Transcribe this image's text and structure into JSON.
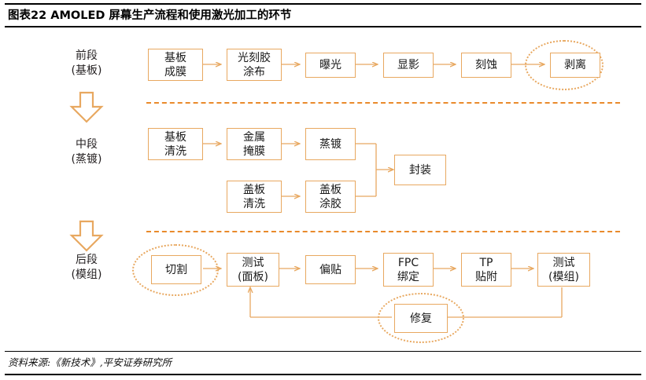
{
  "header": {
    "title": "图表22  AMOLED 屏幕生产流程和使用激光加工的环节"
  },
  "footer": {
    "source": "资料来源:《新技术》,平安证券研究所"
  },
  "colors": {
    "box_border": "#e8a860",
    "connector": "#e8a860",
    "separator": "#e98a2b",
    "highlight_ellipse": "#e8a860",
    "text": "#1a1a1a",
    "rule": "#000000"
  },
  "stages": [
    {
      "id": "front",
      "line1": "前段",
      "line2": "(基板)"
    },
    {
      "id": "middle",
      "line1": "中段",
      "line2": "(蒸镀)"
    },
    {
      "id": "back",
      "line1": "后段",
      "line2": "(模组)"
    }
  ],
  "arrows": [
    {
      "id": "arrow-front-to-middle",
      "name": "stage-transition-arrow-1"
    },
    {
      "id": "arrow-middle-to-back",
      "name": "stage-transition-arrow-2"
    }
  ],
  "boxes": {
    "front": [
      {
        "id": "b-jiban-chengmo",
        "name": "process-box-substrate-film",
        "line1": "基板",
        "line2": "成膜",
        "highlighted": false
      },
      {
        "id": "b-guangkejiao-tubu",
        "name": "process-box-photoresist-coating",
        "line1": "光刻胶",
        "line2": "涂布",
        "highlighted": false
      },
      {
        "id": "b-baoguang",
        "name": "process-box-exposure",
        "line1": "曝光",
        "line2": "",
        "highlighted": false
      },
      {
        "id": "b-xianying",
        "name": "process-box-development",
        "line1": "显影",
        "line2": "",
        "highlighted": false
      },
      {
        "id": "b-keshi",
        "name": "process-box-etching",
        "line1": "刻蚀",
        "line2": "",
        "highlighted": false
      },
      {
        "id": "b-boli",
        "name": "process-box-stripping",
        "line1": "剥离",
        "line2": "",
        "highlighted": true
      }
    ],
    "middle": [
      {
        "id": "b-jiban-qingxi",
        "name": "process-box-substrate-cleaning",
        "line1": "基板",
        "line2": "清洗",
        "highlighted": false
      },
      {
        "id": "b-jinshu-yanmo",
        "name": "process-box-metal-mask",
        "line1": "金属",
        "line2": "掩膜",
        "highlighted": false
      },
      {
        "id": "b-zhengdu",
        "name": "process-box-evaporation",
        "line1": "蒸镀",
        "line2": "",
        "highlighted": false
      },
      {
        "id": "b-gaiban-qingxi",
        "name": "process-box-cover-cleaning",
        "line1": "盖板",
        "line2": "清洗",
        "highlighted": false
      },
      {
        "id": "b-gaiban-tujiao",
        "name": "process-box-cover-gluing",
        "line1": "盖板",
        "line2": "涂胶",
        "highlighted": false
      },
      {
        "id": "b-fengzhuang",
        "name": "process-box-encapsulation",
        "line1": "封装",
        "line2": "",
        "highlighted": false
      }
    ],
    "back": [
      {
        "id": "b-qiege",
        "name": "process-box-cutting",
        "line1": "切割",
        "line2": "",
        "highlighted": true
      },
      {
        "id": "b-ceshi-mianban",
        "name": "process-box-test-panel",
        "line1": "测试",
        "line2": "(面板)",
        "highlighted": false
      },
      {
        "id": "b-piantie",
        "name": "process-box-polarizer-attach",
        "line1": "偏贴",
        "line2": "",
        "highlighted": false
      },
      {
        "id": "b-fpc-bangding",
        "name": "process-box-fpc-bonding",
        "line1": "FPC",
        "line2": "绑定",
        "highlighted": false
      },
      {
        "id": "b-tp-tiefu",
        "name": "process-box-tp-attach",
        "line1": "TP",
        "line2": "贴附",
        "highlighted": false
      },
      {
        "id": "b-ceshi-mozu",
        "name": "process-box-test-module",
        "line1": "测试",
        "line2": "(模组)",
        "highlighted": false
      },
      {
        "id": "b-xiufu",
        "name": "process-box-repair",
        "line1": "修复",
        "line2": "",
        "highlighted": true
      }
    ]
  }
}
